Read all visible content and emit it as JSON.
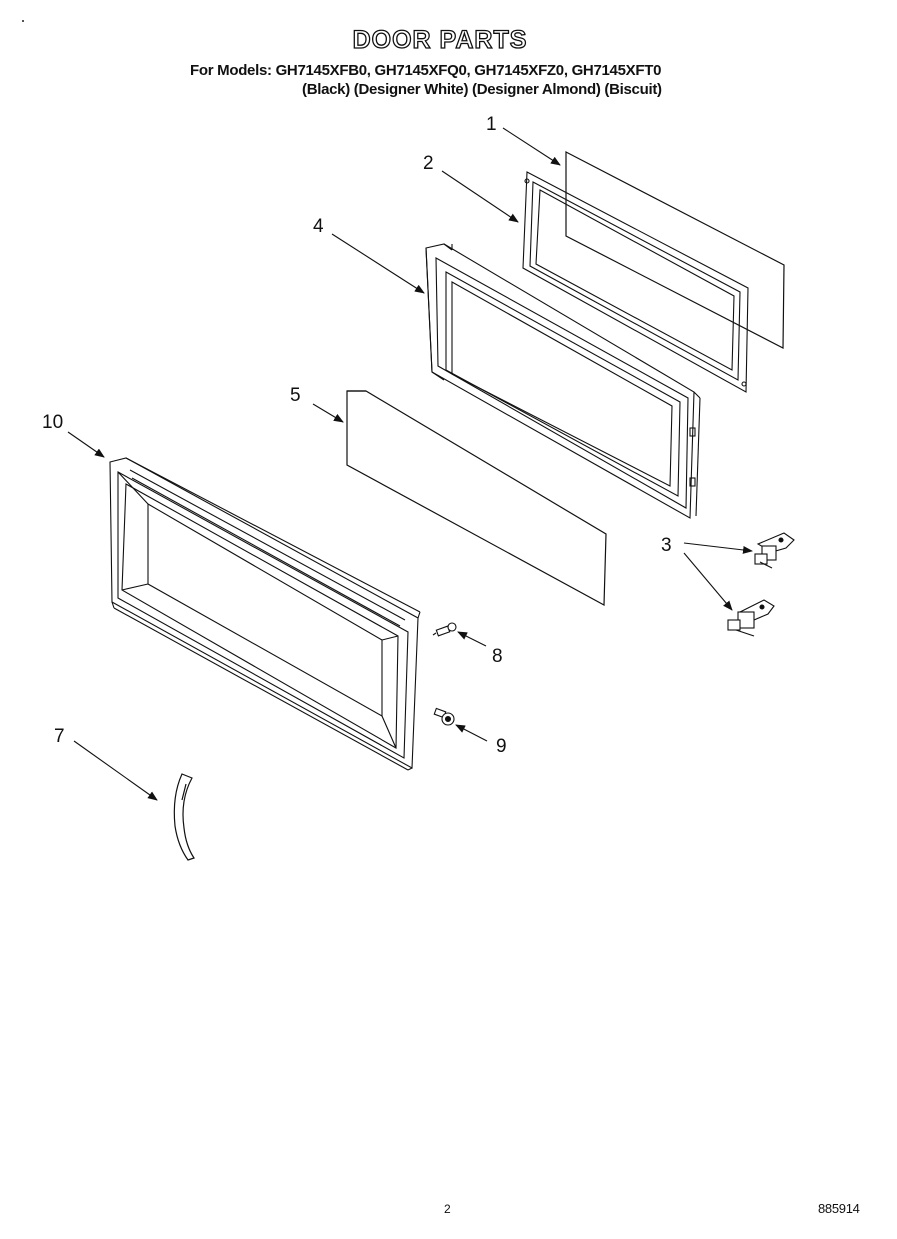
{
  "title": "DOOR PARTS",
  "models_line": "For Models: GH7145XFB0, GH7145XFQ0, GH7145XFZ0, GH7145XFT0",
  "colors_line": "(Black)  (Designer White) (Designer Almond)  (Biscuit)",
  "callouts": {
    "c1": "1",
    "c2": "2",
    "c3": "3",
    "c4": "4",
    "c5": "5",
    "c7": "7",
    "c8": "8",
    "c9": "9",
    "c10": "10"
  },
  "footer": {
    "page_number": "2",
    "document_number": "885914"
  }
}
